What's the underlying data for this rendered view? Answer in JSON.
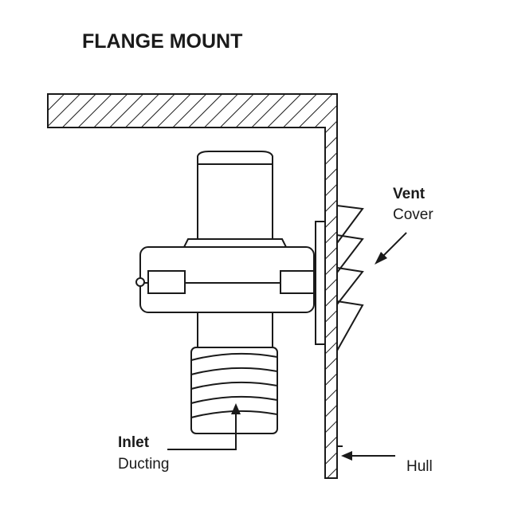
{
  "title": "FLANGE MOUNT",
  "labels": {
    "vent_bold": "Vent",
    "vent_reg": "Cover",
    "inlet_bold": "Inlet",
    "inlet_reg": "Ducting",
    "hull": "Hull"
  },
  "colors": {
    "line": "#1a1a1a",
    "background": "#ffffff"
  }
}
